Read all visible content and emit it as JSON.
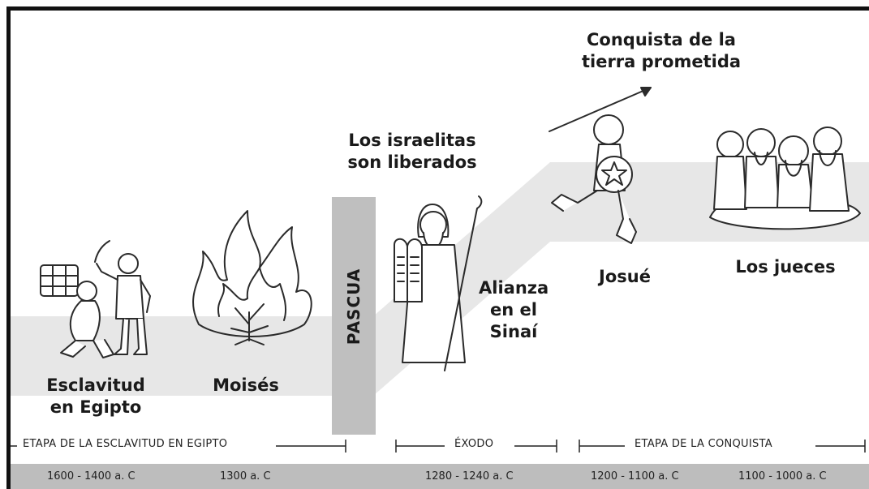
{
  "side_label": "PASCUA",
  "labels": {
    "esclavitud": [
      "Esclavitud",
      "en Egipto"
    ],
    "moises": [
      "Moisés"
    ],
    "liberados": [
      "Los israelitas",
      "son liberados"
    ],
    "alianza": [
      "Alianza",
      "en el",
      "Sinaí"
    ],
    "conquista": [
      "Conquista de la",
      "tierra prometida"
    ],
    "josue": [
      "Josué"
    ],
    "jueces": [
      "Los jueces"
    ]
  },
  "eras": {
    "esclavitud": "ETAPA DE LA ESCLAVITUD EN EGIPTO",
    "exodo": "ÉXODO",
    "conquista": "ETAPA DE LA CONQUISTA"
  },
  "dates": {
    "d1": "1600 - 1400 a. C",
    "d2": "1300 a. C",
    "d3": "1280 - 1240 a. C",
    "d4": "1200 - 1100 a. C",
    "d5": "1100 - 1000 a. C"
  },
  "icons": [
    "slave-and-taskmaster",
    "burning-bush",
    "moses-with-tablets",
    "josue-with-spear",
    "judges-group"
  ]
}
